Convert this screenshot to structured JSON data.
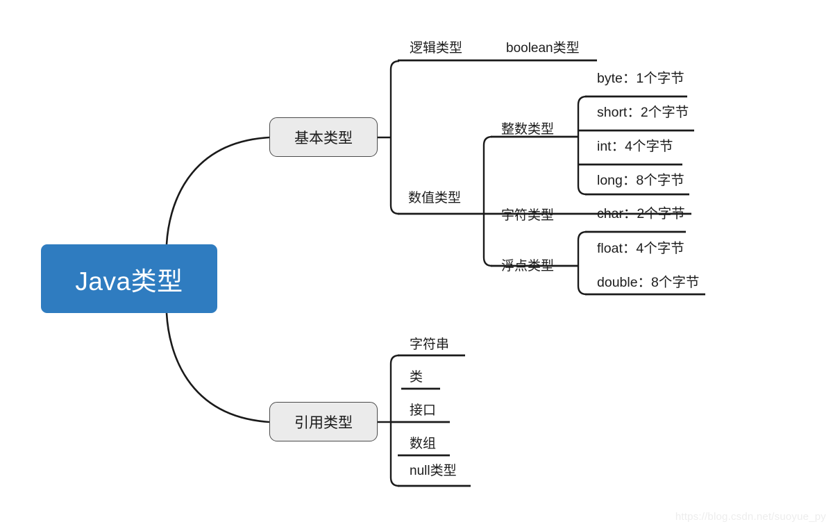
{
  "diagram": {
    "title": "Java类型",
    "type": "mindmap",
    "root": {
      "label": "Java类型",
      "fill": "#2f7cc0",
      "text_color": "#ffffff"
    },
    "branches": [
      {
        "label": "基本类型",
        "fill": "#ebebeb",
        "children": [
          {
            "label": "逻辑类型",
            "children": [
              {
                "label": "boolean类型"
              }
            ]
          },
          {
            "label": "数值类型",
            "children": [
              {
                "label": "整数类型",
                "children": [
                  {
                    "label": "byte：1个字节"
                  },
                  {
                    "label": "short：2个字节"
                  },
                  {
                    "label": "int：4个字节"
                  },
                  {
                    "label": "long：8个字节"
                  }
                ]
              },
              {
                "label": "字符类型",
                "children": [
                  {
                    "label": "char：2个字节"
                  }
                ]
              },
              {
                "label": "浮点类型",
                "children": [
                  {
                    "label": "float：4个字节"
                  },
                  {
                    "label": "double：8个字节"
                  }
                ]
              }
            ]
          }
        ]
      },
      {
        "label": "引用类型",
        "fill": "#ebebeb",
        "children": [
          {
            "label": "字符串"
          },
          {
            "label": "类"
          },
          {
            "label": "接口"
          },
          {
            "label": "数组"
          },
          {
            "label": "null类型"
          }
        ]
      }
    ],
    "watermark": "https://blog.csdn.net/suoyue_py",
    "colors": {
      "root_fill": "#2f7cc0",
      "branch_fill": "#ebebeb",
      "edge": "#1a1a1a",
      "background": "#ffffff"
    }
  }
}
